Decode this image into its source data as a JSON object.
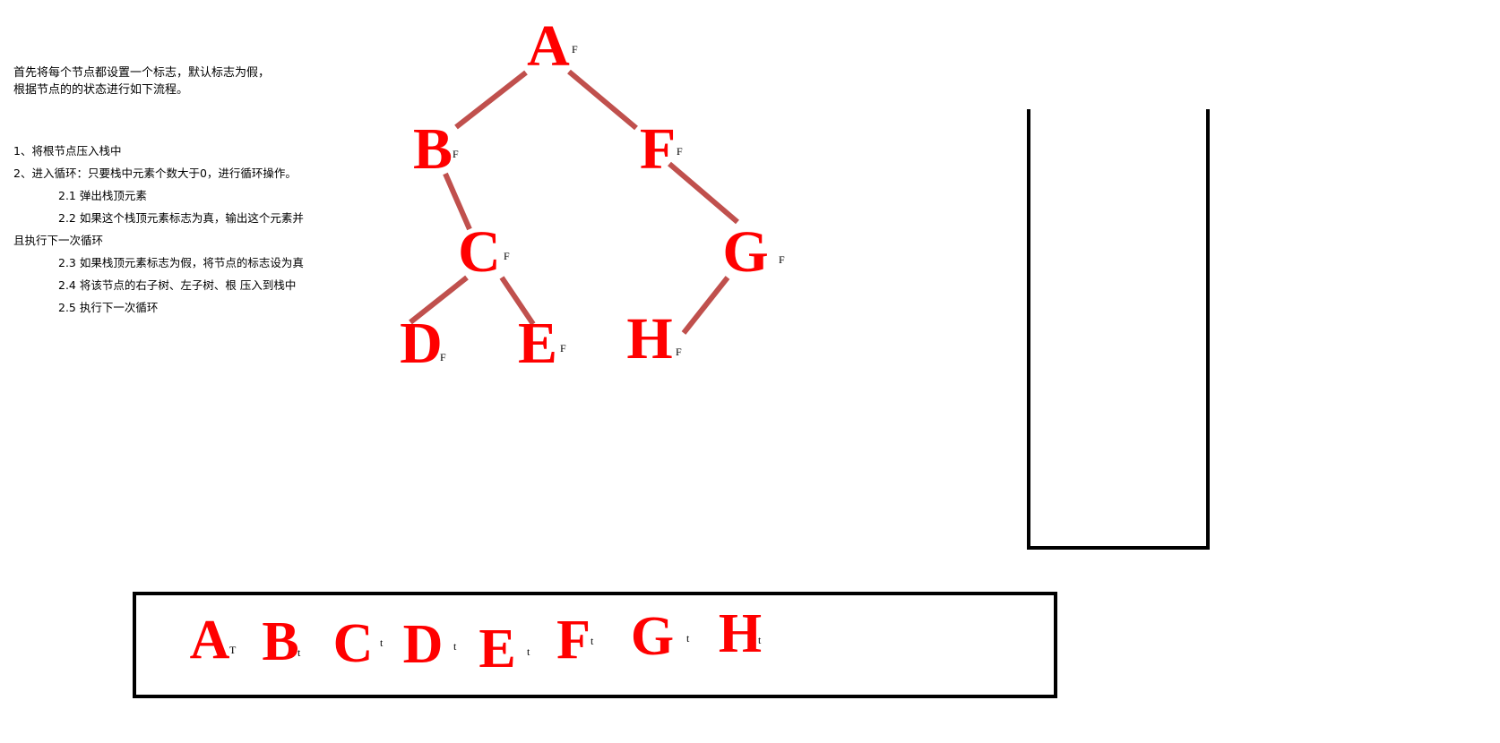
{
  "intro": {
    "line1": "首先将每个节点都设置一个标志，默认标志为假，",
    "line2": "根据节点的的状态进行如下流程。"
  },
  "steps": [
    {
      "text": "1、将根节点压入栈中",
      "indent": false
    },
    {
      "text": "2、进入循环：只要栈中元素个数大于0，进行循环操作。",
      "indent": false
    },
    {
      "text": "2.1 弹出栈顶元素",
      "indent": true
    },
    {
      "text": "2.2 如果这个栈顶元素标志为真，输出这个元素并",
      "indent": true
    },
    {
      "text": "且执行下一次循环",
      "indent": false
    },
    {
      "text": "2.3 如果栈顶元素标志为假，将节点的标志设为真",
      "indent": true
    },
    {
      "text": "2.4 将该节点的右子树、左子树、根 压入到栈中",
      "indent": true
    },
    {
      "text": "2.5 执行下一次循环",
      "indent": true
    }
  ],
  "tree": {
    "nodes": [
      {
        "id": "A",
        "label": "A",
        "flag": "F"
      },
      {
        "id": "B",
        "label": "B",
        "flag": "F"
      },
      {
        "id": "F",
        "label": "F",
        "flag": "F"
      },
      {
        "id": "C",
        "label": "C",
        "flag": "F"
      },
      {
        "id": "G",
        "label": "G",
        "flag": "F"
      },
      {
        "id": "D",
        "label": "D",
        "flag": "F"
      },
      {
        "id": "E",
        "label": "E",
        "flag": "F"
      },
      {
        "id": "H",
        "label": "H",
        "flag": "F"
      }
    ],
    "edges": [
      {
        "from": "A",
        "to": "B"
      },
      {
        "from": "A",
        "to": "F"
      },
      {
        "from": "B",
        "to": "C"
      },
      {
        "from": "F",
        "to": "G"
      },
      {
        "from": "C",
        "to": "D"
      },
      {
        "from": "C",
        "to": "E"
      },
      {
        "from": "G",
        "to": "H"
      }
    ]
  },
  "output": {
    "items": [
      {
        "label": "A",
        "flag": "T"
      },
      {
        "label": "B",
        "flag": "t"
      },
      {
        "label": "C",
        "flag": "t"
      },
      {
        "label": "D",
        "flag": "t"
      },
      {
        "label": "E",
        "flag": "t"
      },
      {
        "label": "F",
        "flag": "t"
      },
      {
        "label": "G",
        "flag": "t"
      },
      {
        "label": "H",
        "flag": "t"
      }
    ]
  },
  "colors": {
    "node": "#ff0000",
    "edge": "#c0504d",
    "stroke": "#000000"
  }
}
